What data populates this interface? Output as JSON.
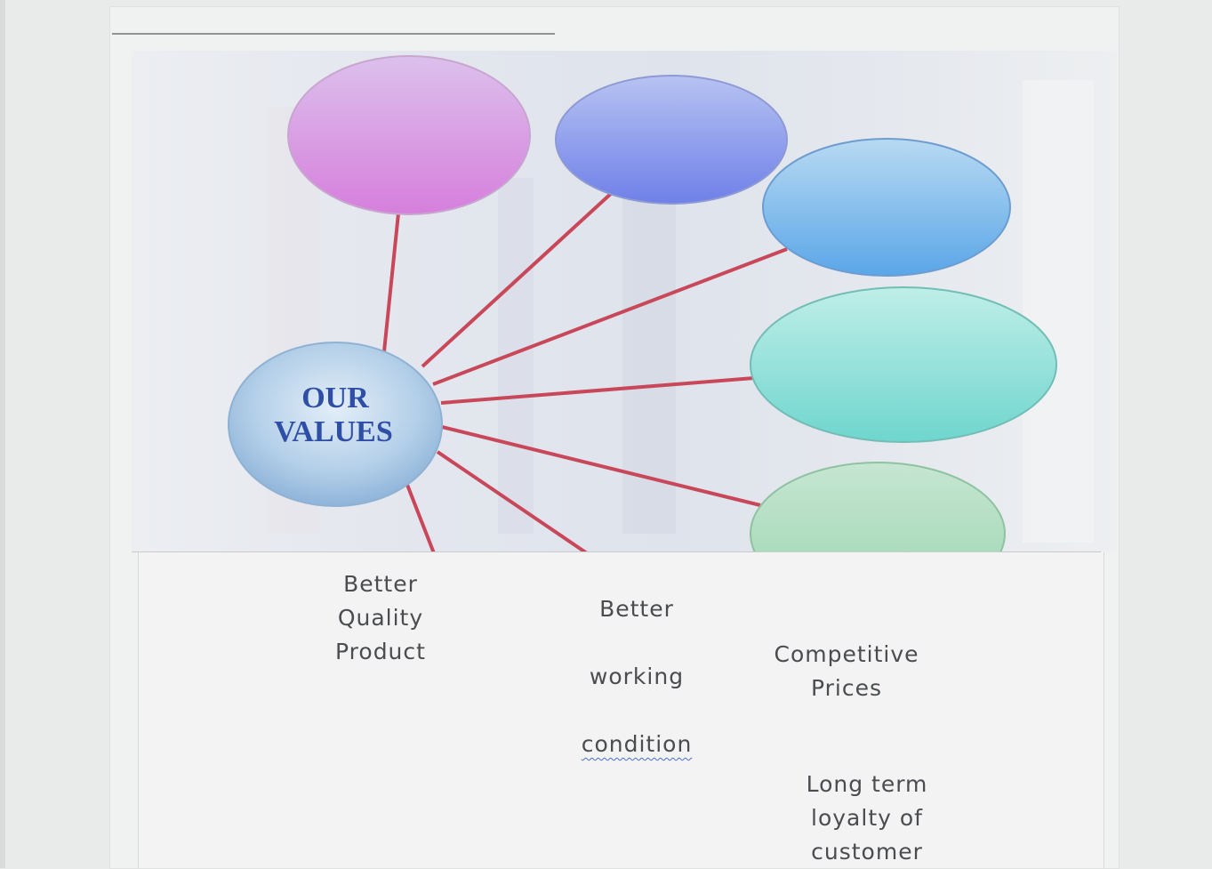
{
  "diagram": {
    "center": {
      "lines": [
        "OUR",
        "VALUES"
      ]
    }
  },
  "labels": {
    "better_quality": "Better\nQuality\nProduct",
    "better_working_line1": "Better",
    "better_working_line2": "working",
    "better_working_line3": "condition",
    "competitive": "Competitive\nPrices",
    "loyalty": "Long term\nloyalty  of\ncustomer"
  },
  "colors": {
    "connector": "#c8485a",
    "ellipse_pink": "#d79be0",
    "ellipse_violet": "#8f9ff0",
    "ellipse_blue": "#7fb8ea",
    "ellipse_teal": "#8fe0d8",
    "ellipse_green": "#a9dcb8",
    "center_text": "#2f4fa6"
  }
}
